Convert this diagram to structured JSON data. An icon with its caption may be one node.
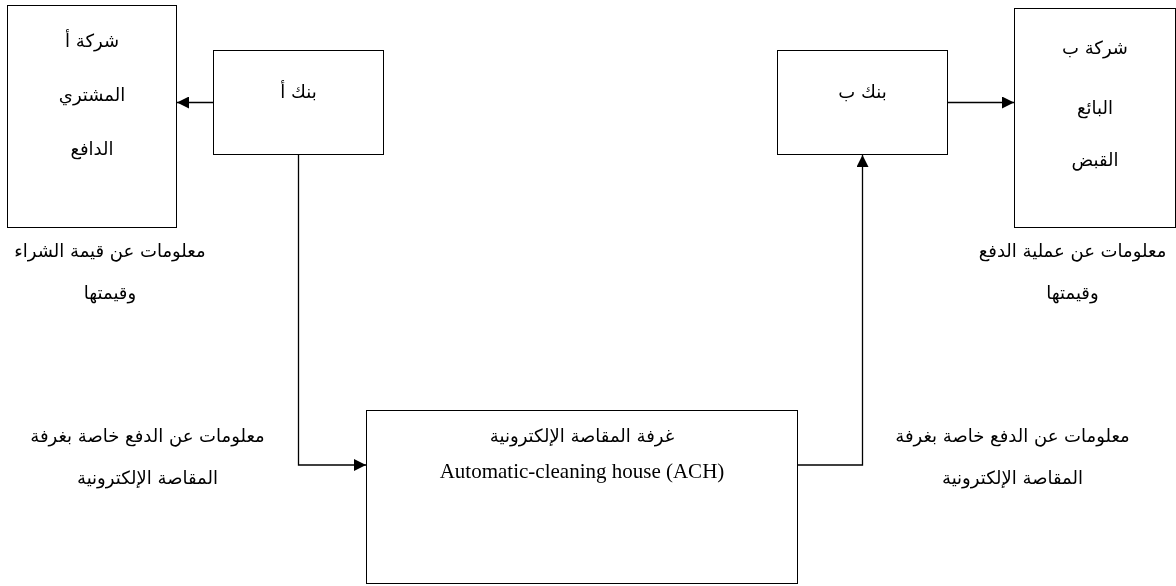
{
  "diagram": {
    "nodes": [
      {
        "text": [
          "شركة أ",
          "المشتري",
          "الدافع"
        ],
        "beside": [
          "معلومات عن قيمة الشراء وقيمتها"
        ]
      },
      {
        "text": [
          "بنك أ"
        ]
      },
      {
        "text": [
          "بنك ب"
        ]
      },
      {
        "text": [
          "شركة ب",
          "البائع",
          "القبض"
        ],
        "beside": [
          "معلومات عن عملية الدفع وقيمتها"
        ]
      },
      {
        "text": [
          "غرفة المقاصة الإلكترونية",
          "Automatic-cleaning house (ACH)"
        ]
      }
    ],
    "edges": [
      {
        "from": 1,
        "to": 0,
        "arrow": "to"
      },
      {
        "from": 1,
        "to": 4,
        "arrow": "to",
        "label": "معلومات عن الدفع خاصة بغرفة المقاصة الإلكترونية"
      },
      {
        "from": 4,
        "to": 2,
        "arrow": "to",
        "label": "معلومات عن الدفع خاصة بغرفة المقاصة الإلكترونية"
      },
      {
        "from": 2,
        "to": 3,
        "arrow": "to"
      }
    ]
  }
}
